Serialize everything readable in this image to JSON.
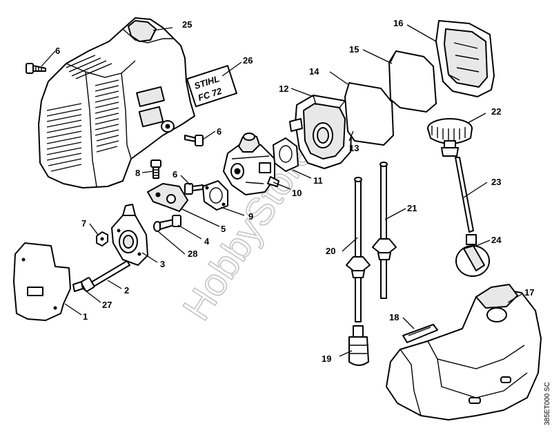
{
  "title": "STIHL FC 72 exploded parts diagram",
  "watermark": "HobbyStore.it",
  "document_number": "385ET000 SC",
  "decal": {
    "line1": "STIHL",
    "line2": "FC 72"
  },
  "callouts": [
    "1",
    "2",
    "3",
    "4",
    "5",
    "6",
    "6",
    "6",
    "7",
    "8",
    "9",
    "10",
    "11",
    "12",
    "13",
    "14",
    "15",
    "16",
    "17",
    "18",
    "19",
    "20",
    "21",
    "22",
    "23",
    "24",
    "25",
    "26",
    "27",
    "28"
  ]
}
